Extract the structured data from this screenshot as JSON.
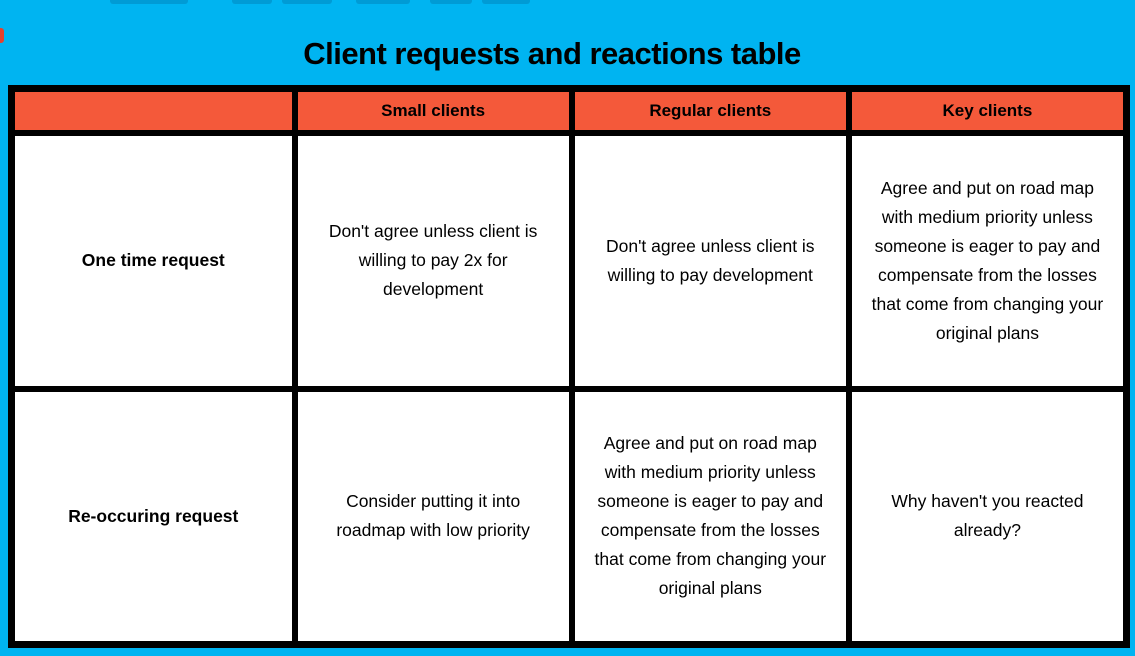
{
  "page": {
    "title": "Client requests and reactions table",
    "background_color": "#00b4f1",
    "border_color": "#000000"
  },
  "table": {
    "header_bg_color": "#f4593a",
    "cell_bg_color": "#ffffff",
    "columns": [
      "",
      "Small clients",
      "Regular clients",
      "Key clients"
    ],
    "rows": [
      {
        "label": "One time request",
        "cells": [
          "Don't agree unless client is willing to pay 2x for development",
          "Don't agree unless client is willing to pay development",
          "Agree and put on road map with medium priority unless someone is eager to pay and compensate from the losses that come from changing your original plans"
        ]
      },
      {
        "label": "Re-occuring request",
        "cells": [
          "Consider putting it into roadmap with low priority",
          "Agree and put on road map with medium priority unless someone is eager to pay and compensate from the losses that come from changing your original plans",
          "Why haven't you reacted already?"
        ]
      }
    ]
  }
}
